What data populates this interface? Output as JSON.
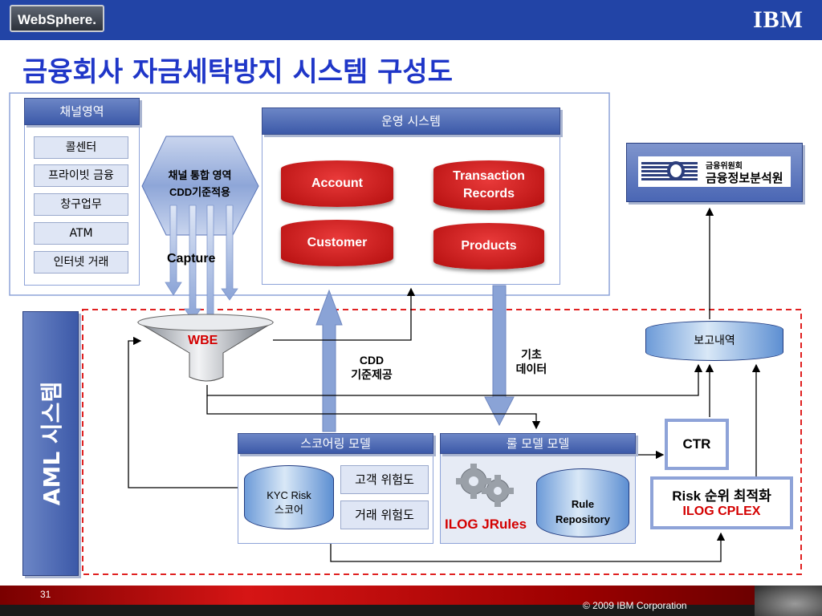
{
  "header": {
    "websphere_logo": "WebSphere.",
    "ibm_logo": "IBM"
  },
  "title": "금융회사 자금세탁방지 시스템 구성도",
  "channel": {
    "header": "채널영역",
    "items": [
      "콜센터",
      "프라이빗 금융",
      "창구업무",
      "ATM",
      "인터넷 거래"
    ]
  },
  "integration": {
    "line1": "채널 통합 영역",
    "line2": "CDD기준적용",
    "capture": "Capture"
  },
  "ops": {
    "header": "운영 시스템",
    "account": "Account",
    "transaction": "Transaction Records",
    "customer": "Customer",
    "products": "Products"
  },
  "fiu": {
    "line1": "금융위원회",
    "line2": "금융정보분석원"
  },
  "aml": {
    "label": "AML 시스템"
  },
  "wbe": "WBE",
  "cdd_provide": {
    "line1": "CDD",
    "line2": "기준제공"
  },
  "basic_data": {
    "line1": "기초",
    "line2": "데이터"
  },
  "report": "보고내역",
  "scoring": {
    "header": "스코어링 모델",
    "kyc1": "KYC Risk",
    "kyc2": "스코어",
    "customer_risk": "고객 위험도",
    "trade_risk": "거래 위험도"
  },
  "rule": {
    "header": "룰 모델 모델",
    "repo1": "Rule",
    "repo2": "Repository",
    "jrules": "ILOG JRules"
  },
  "ctr": "CTR",
  "risk": {
    "line1": "Risk 순위 최적화",
    "line2": "ILOG CPLEX"
  },
  "footer": {
    "page": "31",
    "copyright": "© 2009 IBM Corporation"
  },
  "colors": {
    "topbar": "#2244a6",
    "title": "#1f36c8",
    "red_db": "#c81414",
    "dashed": "#e02020"
  }
}
